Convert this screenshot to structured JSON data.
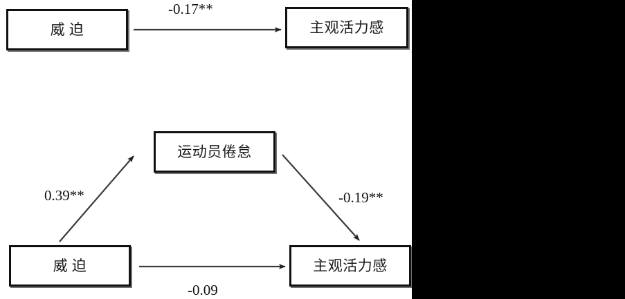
{
  "figure": {
    "background_color": "#ffffff",
    "occluded_region_color": "#000000",
    "line_color": "#3a3a3a",
    "box_border_color": "#111111",
    "text_color": "#1a1a1a"
  },
  "models": {
    "direct_model": {
      "nodes": [
        {
          "id": "coercion-top",
          "label": "威 迫"
        },
        {
          "id": "subjective-vitality-top",
          "label": "主观活力感"
        }
      ],
      "paths": [
        {
          "id": "coercion-to-vitality-direct",
          "from": "coercion-top",
          "to": "subjective-vitality-top",
          "coefficient": "-0.17**"
        }
      ]
    },
    "mediation_model": {
      "nodes": [
        {
          "id": "coercion-bottom",
          "label": "威 迫"
        },
        {
          "id": "athlete-burnout",
          "label": "运动员倦怠"
        },
        {
          "id": "subjective-vitality-bottom",
          "label": "主观活力感"
        }
      ],
      "paths": [
        {
          "id": "coercion-to-burnout",
          "from": "coercion-bottom",
          "to": "athlete-burnout",
          "coefficient": "0.39**"
        },
        {
          "id": "burnout-to-vitality",
          "from": "athlete-burnout",
          "to": "subjective-vitality-bottom",
          "coefficient": "-0.19**"
        },
        {
          "id": "coercion-to-vitality-mediated",
          "from": "coercion-bottom",
          "to": "subjective-vitality-bottom",
          "coefficient": "-0.09"
        }
      ]
    }
  }
}
